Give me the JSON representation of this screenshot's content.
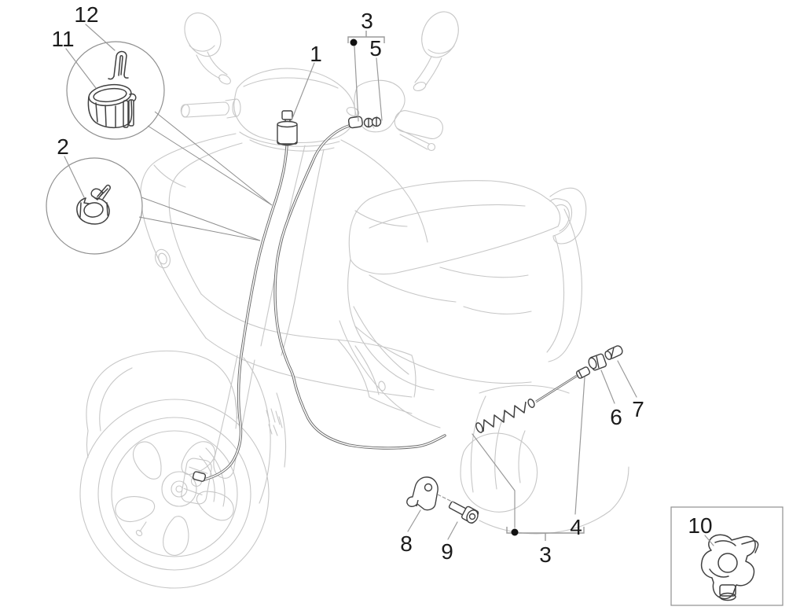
{
  "diagram": {
    "kind": "exploded-parts-diagram",
    "subject": "scooter-brake-and-transmission-cables",
    "background": "#ffffff",
    "line_colors": {
      "body": "#c7c7c7",
      "cable": "#696969",
      "part": "#404040",
      "leader": "#9a9a9a",
      "label": "#1b1b1b",
      "callout_frame": "#8f8f8f"
    },
    "labels": {
      "n1": "1",
      "n2": "2",
      "n3_top": "3",
      "n3_bottom": "3",
      "n4": "4",
      "n5": "5",
      "n6": "6",
      "n7": "7",
      "n8": "8",
      "n9": "9",
      "n10": "10",
      "n11": "11",
      "n12": "12"
    },
    "parts": [
      {
        "number": "1",
        "name": "cable-adjuster"
      },
      {
        "number": "2",
        "name": "cable-clamp"
      },
      {
        "number": "3",
        "name": "cable-assembly-group"
      },
      {
        "number": "4",
        "name": "cable-end"
      },
      {
        "number": "5",
        "name": "adjuster-lock-nuts"
      },
      {
        "number": "6",
        "name": "barrel-nipple"
      },
      {
        "number": "7",
        "name": "pin"
      },
      {
        "number": "8",
        "name": "bracket"
      },
      {
        "number": "9",
        "name": "socket-screw"
      },
      {
        "number": "10",
        "name": "cable-guide-clamp"
      },
      {
        "number": "11",
        "name": "band-clamp"
      },
      {
        "number": "12",
        "name": "spring-clip"
      }
    ]
  }
}
